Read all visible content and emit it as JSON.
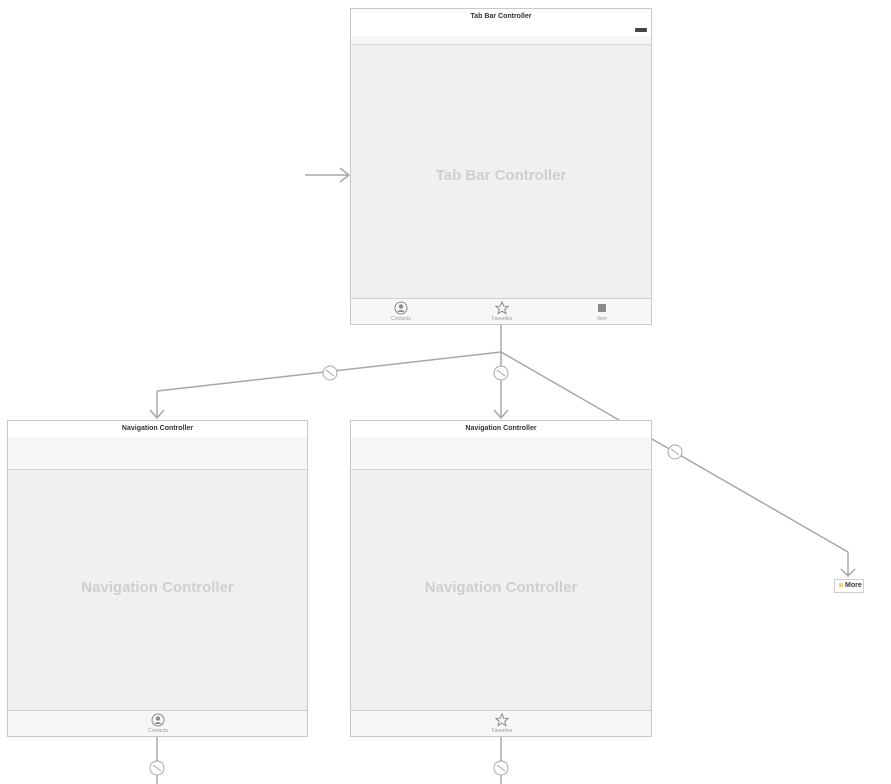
{
  "tab_bar_scene": {
    "title": "Tab Bar Controller",
    "center_label": "Tab Bar Controller",
    "tabs": [
      {
        "label": "Contacts",
        "icon": "contacts-icon"
      },
      {
        "label": "Favorites",
        "icon": "star-icon"
      },
      {
        "label": "Item",
        "icon": "square-icon"
      }
    ]
  },
  "nav_scene_left": {
    "title": "Navigation Controller",
    "center_label": "Navigation Controller",
    "tab": {
      "label": "Contacts",
      "icon": "contacts-icon"
    }
  },
  "nav_scene_right": {
    "title": "Navigation Controller",
    "center_label": "Navigation Controller",
    "tab": {
      "label": "Favorites",
      "icon": "star-icon"
    }
  },
  "more_item": {
    "label": "More"
  },
  "colors": {
    "scene_bg": "#f0f0f0",
    "connector": "#a8a8a8",
    "label_faint": "#cfcfcf"
  }
}
